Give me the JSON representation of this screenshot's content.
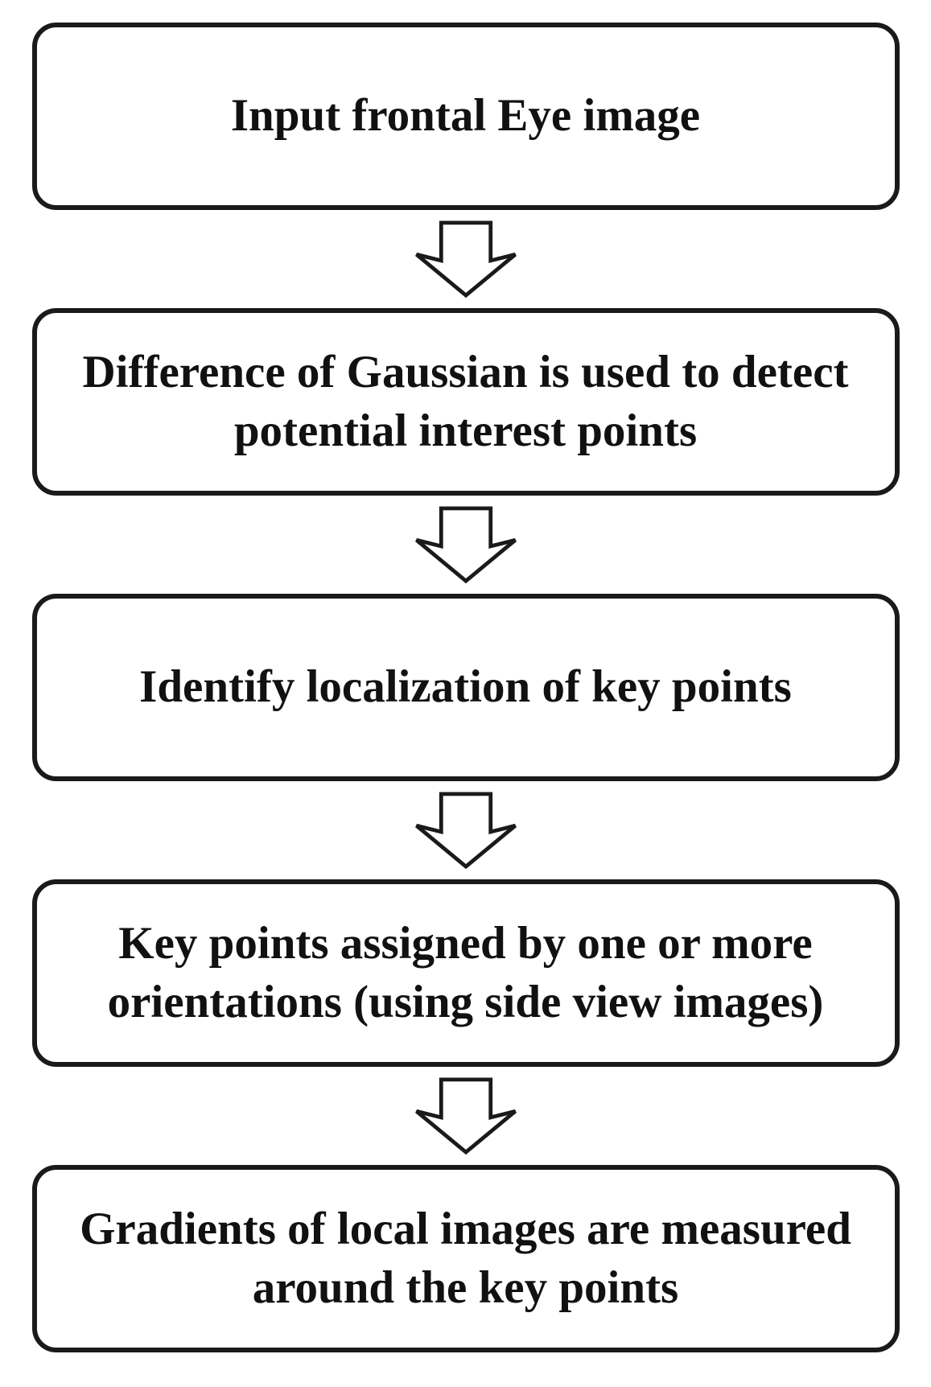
{
  "diagram": {
    "type": "flowchart",
    "direction": "top-to-bottom",
    "background_color": "#ffffff",
    "box_border_color": "#1a1a1a",
    "text_color": "#111111",
    "connector": "hollow-down-block-arrow",
    "steps": [
      {
        "id": 1,
        "label": "Input frontal Eye image"
      },
      {
        "id": 2,
        "label": "Difference of Gaussian is used to detect potential interest points"
      },
      {
        "id": 3,
        "label": "Identify localization of key points"
      },
      {
        "id": 4,
        "label": "Key points assigned by one or more orientations (using side view images)"
      },
      {
        "id": 5,
        "label": "Gradients of local images are measured around the key points"
      }
    ]
  }
}
